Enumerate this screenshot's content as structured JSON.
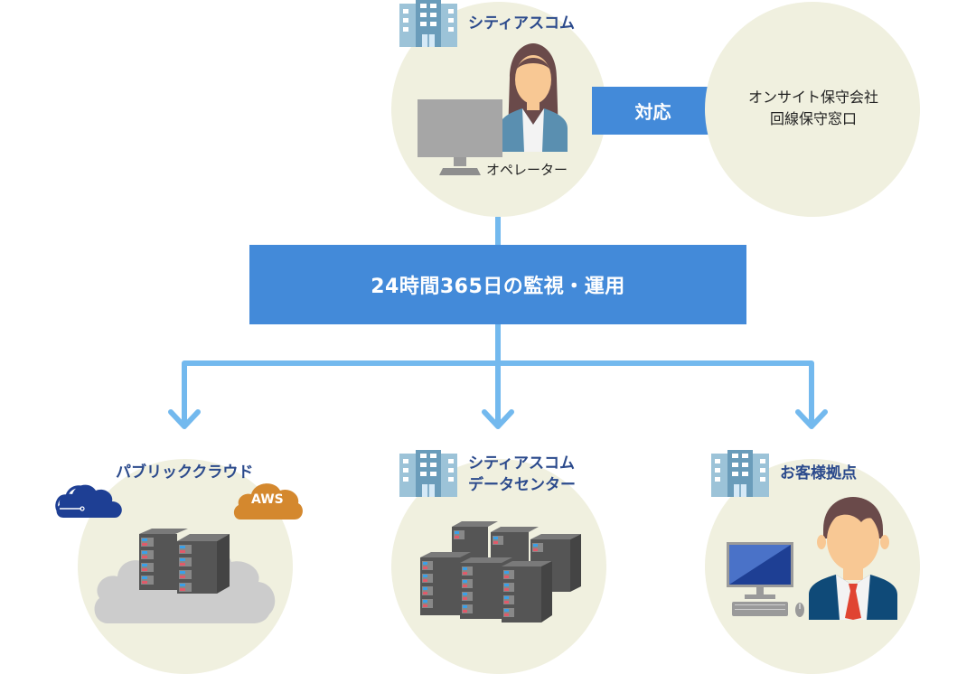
{
  "title": "24時間365日の監視・運用",
  "operator_node": {
    "heading": "シティアスコム",
    "role_label": "オペレーター",
    "icon": "building-icon"
  },
  "response": {
    "arrow_label": "対応",
    "target_lines": [
      "オンサイト保守会社",
      "回線保守窓口"
    ]
  },
  "targets": [
    {
      "id": "public-cloud",
      "heading_lines": [
        "パブリッククラウド"
      ],
      "badge": "AWS"
    },
    {
      "id": "datacenter",
      "heading_lines": [
        "シティアスコム",
        "データセンター"
      ]
    },
    {
      "id": "customer-site",
      "heading_lines": [
        "お客様拠点"
      ]
    }
  ],
  "colors": {
    "circle_bg": "#f0f0df",
    "main_blue": "#438ad9",
    "connector_blue": "#73b9ee",
    "label_blue": "#2b4a8c",
    "aws_orange": "#d4882e",
    "azure_navy": "#1e3f94",
    "building_light": "#9cc3d8",
    "building_dark": "#6a9cba"
  }
}
